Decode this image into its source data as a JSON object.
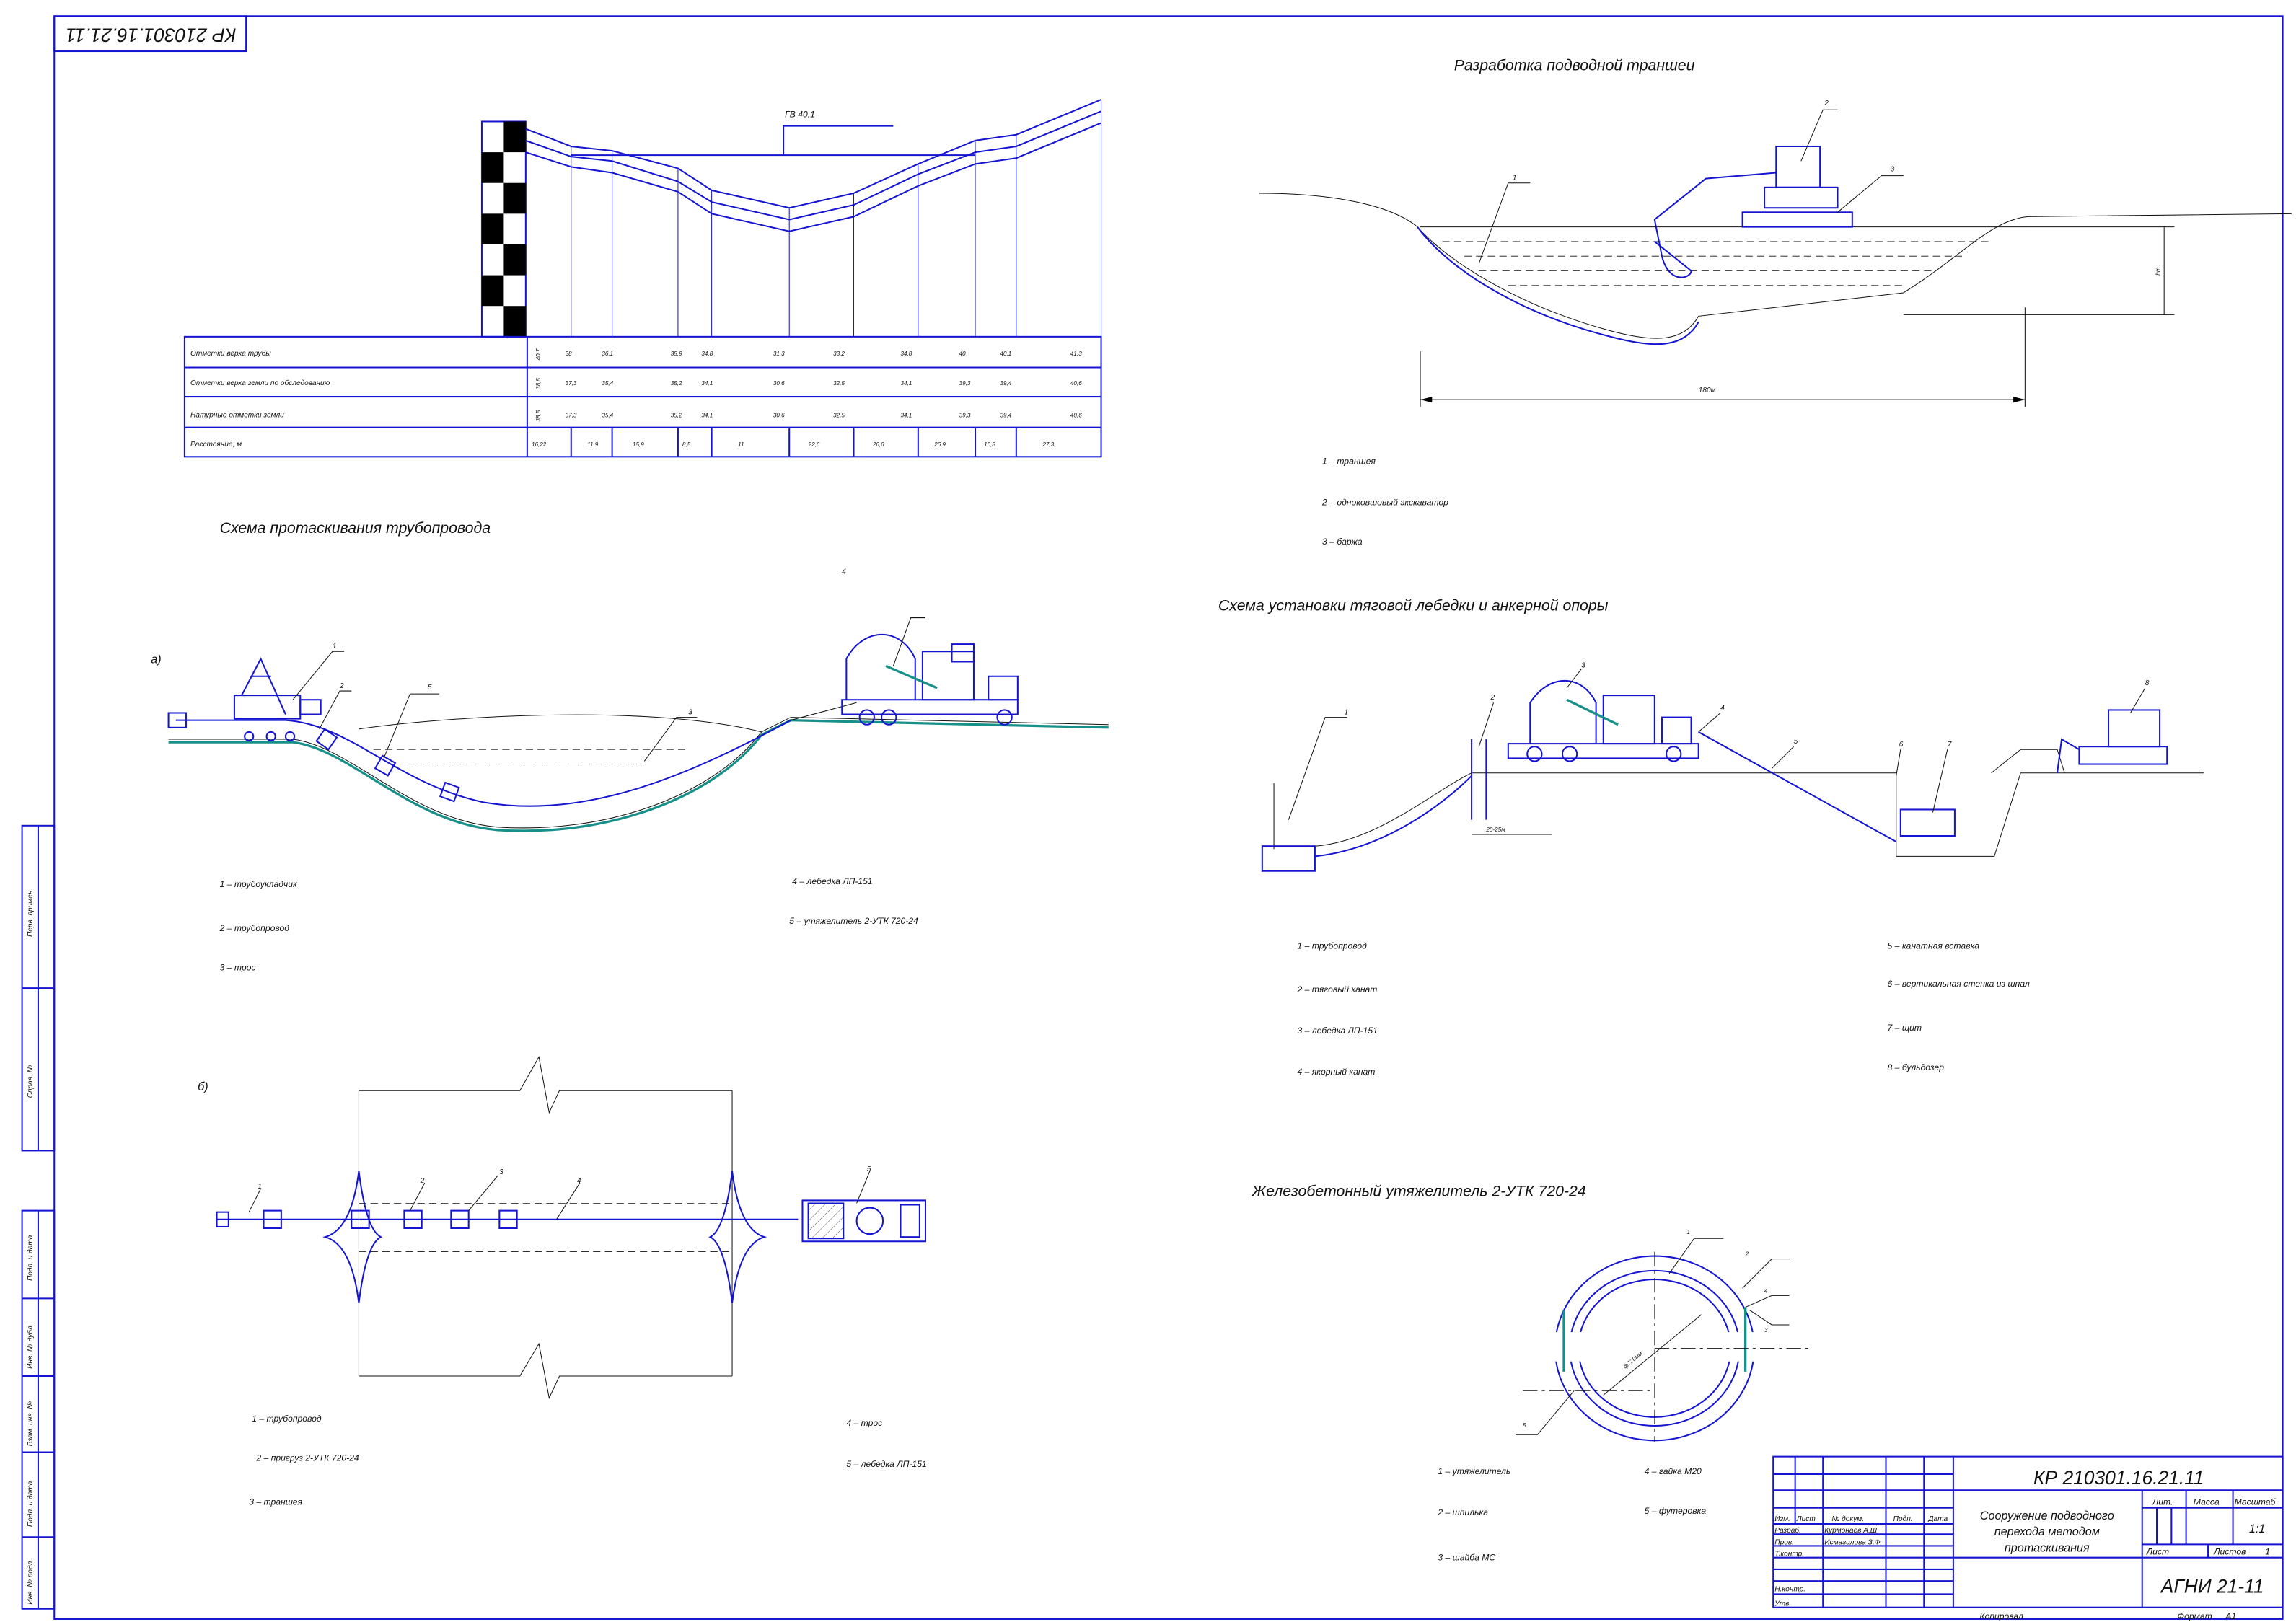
{
  "stamp_top": "КР 210301.16.21.11",
  "profile": {
    "water_level": "ГВ 40,1",
    "rows": [
      {
        "label": "Отметки верха трубы",
        "values": [
          "40,7",
          "38",
          "36,1",
          "35,9",
          "34,8",
          "31,3",
          "33,2",
          "34,8",
          "40",
          "40,1",
          "41,3"
        ]
      },
      {
        "label": "Отметки верха земли по обследованию",
        "values": [
          "38,5",
          "37,3",
          "35,4",
          "35,2",
          "34,1",
          "30,6",
          "32,5",
          "34,1",
          "39,3",
          "39,4",
          "40,6"
        ]
      },
      {
        "label": "Натурные отметки земли",
        "values": [
          "38,5",
          "37,3",
          "35,4",
          "35,2",
          "34,1",
          "30,6",
          "32,5",
          "34,1",
          "39,3",
          "39,4",
          "40,6"
        ]
      },
      {
        "label": "Расстояние, м",
        "values": [
          "16,22",
          "11,9",
          "15,9",
          "8,5",
          "11",
          "22,6",
          "26,6",
          "26,9",
          "10,8",
          "27,3"
        ]
      }
    ]
  },
  "pulling": {
    "title": "Схема протаскивания трубопровода",
    "variant_a": "а)",
    "variant_b": "б)",
    "callouts_a": [
      "1",
      "2",
      "5",
      "3",
      "4"
    ],
    "callouts_b": [
      "1",
      "2",
      "3",
      "4",
      "5"
    ],
    "legend_a": [
      "1 – трубоукладчик",
      "2 – трубопровод",
      "3 – трос",
      "4 – лебедка ЛП-151",
      "5 – утяжелитель 2-УТК 720-24"
    ],
    "legend_b": [
      "1 – трубопровод",
      "2 – пригруз 2-УТК 720-24",
      "3 – траншея",
      "4 – трос",
      "5 – лебедка ЛП-151"
    ]
  },
  "trench": {
    "title": "Разработка подводной траншеи",
    "callouts": [
      "1",
      "2",
      "3"
    ],
    "depth_label": "hт",
    "width_label": "180м",
    "legend": [
      "1 – траншея",
      "2 – одноковшовый экскаватор",
      "3 – баржа"
    ]
  },
  "winch": {
    "title": "Схема установки тяговой лебедки и анкерной опоры",
    "callouts": [
      "1",
      "2",
      "3",
      "4",
      "5",
      "6",
      "7",
      "8"
    ],
    "dimension": "20-25м",
    "legend_left": [
      "1 – трубопровод",
      "2 – тяговый канат",
      "3 – лебедка ЛП-151",
      "4 – якорный канат"
    ],
    "legend_right": [
      "5 – канатная вставка",
      "6 – вертикальная стенка из шпал",
      "7 – щит",
      "8 – бульдозер"
    ]
  },
  "weight": {
    "title": "Железобетонный утяжелитель  2-УТК 720-24",
    "diameter": "ф720мм",
    "callouts": [
      "1",
      "2",
      "4",
      "3",
      "5"
    ],
    "legend_left": [
      "1 – утяжелитель",
      "2 – шпилька",
      "3 – шайба МС"
    ],
    "legend_right": [
      "4 – гайка М20",
      "5 – футеровка"
    ]
  },
  "side_stamps": [
    "Перв. примен.",
    "Справ. №",
    "Подп. и дата",
    "Инв. № дубл.",
    "Взам. инв. №",
    "Подп. и дата",
    "Инв. № подл."
  ],
  "title_block": {
    "code": "КР 210301.16.21.11",
    "title": [
      "Сооружение подводного",
      "перехода методом",
      "протаскивания"
    ],
    "headers": [
      "Изм.",
      "Лист",
      "№ докум.",
      "Подп.",
      "Дата"
    ],
    "roles": [
      "Разраб.",
      "Пров.",
      "Т.контр.",
      "",
      "Н.контр.",
      "Утв."
    ],
    "names": [
      "Курмонаев А.Ш",
      "Исмагилова З.Ф"
    ],
    "lit_label": "Лит.",
    "mass_label": "Масса",
    "scale_label": "Масштаб",
    "scale": "1:1",
    "sheet_label": "Лист",
    "sheets_label": "Листов",
    "sheets": "1",
    "org": "АГНИ 21-11",
    "copied": "Копировал",
    "format_label": "Формат",
    "format": "А1"
  },
  "colors": {
    "line": "#1414d2",
    "accent": "#18908a",
    "grass": "#18908a"
  }
}
